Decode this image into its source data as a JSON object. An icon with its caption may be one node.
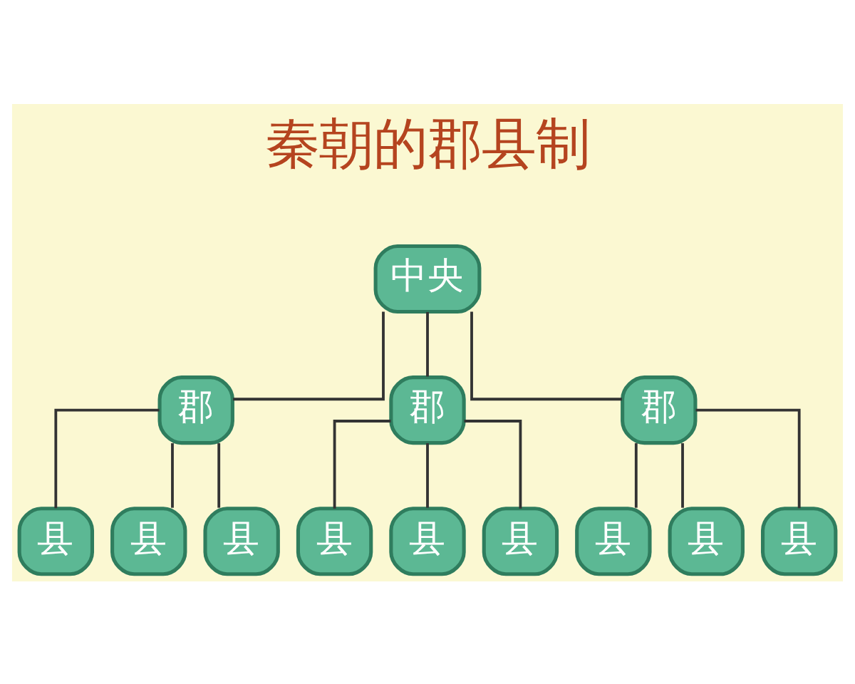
{
  "diagram": {
    "title": "秦朝的郡县制",
    "nodes": [
      {
        "text": [
          "中央"
        ]
      },
      {
        "text": [
          "郡"
        ]
      },
      {
        "text": [
          "郡"
        ]
      },
      {
        "text": [
          "郡"
        ]
      },
      {
        "text": [
          "县"
        ]
      },
      {
        "text": [
          "县"
        ]
      },
      {
        "text": [
          "县"
        ]
      },
      {
        "text": [
          "县"
        ]
      },
      {
        "text": [
          "县"
        ]
      },
      {
        "text": [
          "县"
        ]
      },
      {
        "text": [
          "县"
        ]
      },
      {
        "text": [
          "县"
        ]
      },
      {
        "text": [
          "县"
        ]
      }
    ],
    "edges": [
      {
        "from": 0,
        "to": 1,
        "arrow": "none"
      },
      {
        "from": 0,
        "to": 2,
        "arrow": "none"
      },
      {
        "from": 0,
        "to": 3,
        "arrow": "none"
      },
      {
        "from": 1,
        "to": 4,
        "arrow": "none"
      },
      {
        "from": 1,
        "to": 5,
        "arrow": "none"
      },
      {
        "from": 1,
        "to": 6,
        "arrow": "none"
      },
      {
        "from": 2,
        "to": 7,
        "arrow": "none"
      },
      {
        "from": 2,
        "to": 8,
        "arrow": "none"
      },
      {
        "from": 2,
        "to": 9,
        "arrow": "none"
      },
      {
        "from": 3,
        "to": 10,
        "arrow": "none"
      },
      {
        "from": 3,
        "to": 11,
        "arrow": "none"
      },
      {
        "from": 3,
        "to": 12,
        "arrow": "none"
      }
    ]
  }
}
